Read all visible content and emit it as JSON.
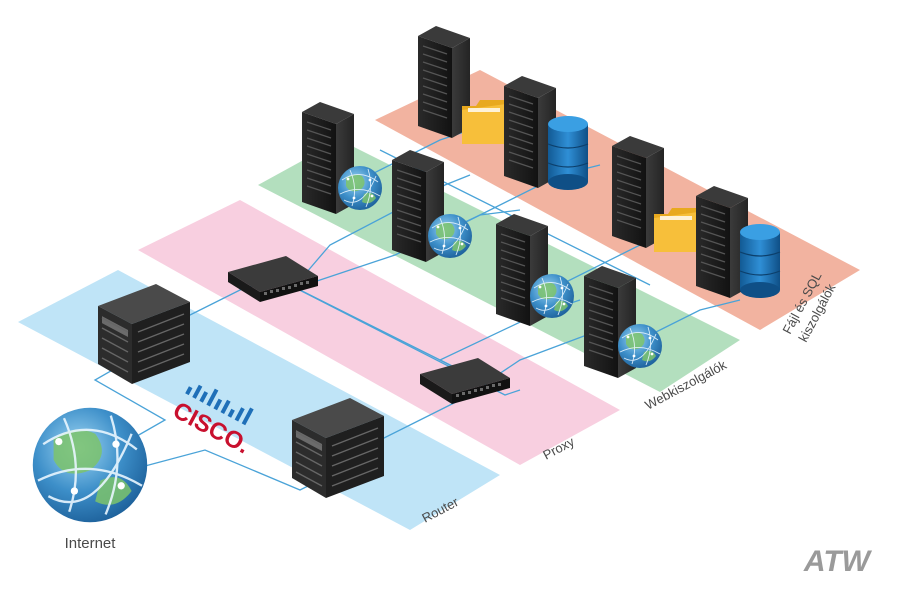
{
  "labels": {
    "internet": "Internet",
    "router": "Router",
    "proxy": "Proxy",
    "web": "Webkiszolgálók",
    "file_sql_line1": "Fájl és SQL",
    "file_sql_line2": "kiszolgálók"
  },
  "cisco_logo": "CISCO.",
  "watermark": "ATW",
  "colors": {
    "router_zone": "#bfe4f7",
    "proxy_zone": "#f8cfe0",
    "web_zone": "#b3dfbe",
    "file_sql_zone": "#f2b3a0",
    "link": "#4aa3d8",
    "cisco": "#c8102e",
    "server": "#1c1c1c",
    "database": "#1a73b8",
    "folder": "#f5b82e"
  },
  "icons": {
    "internet": "globe-icon",
    "router": "router-chassis-icon",
    "switch": "network-switch-icon",
    "server": "server-tower-icon",
    "database": "database-icon",
    "folder": "folder-icon"
  }
}
